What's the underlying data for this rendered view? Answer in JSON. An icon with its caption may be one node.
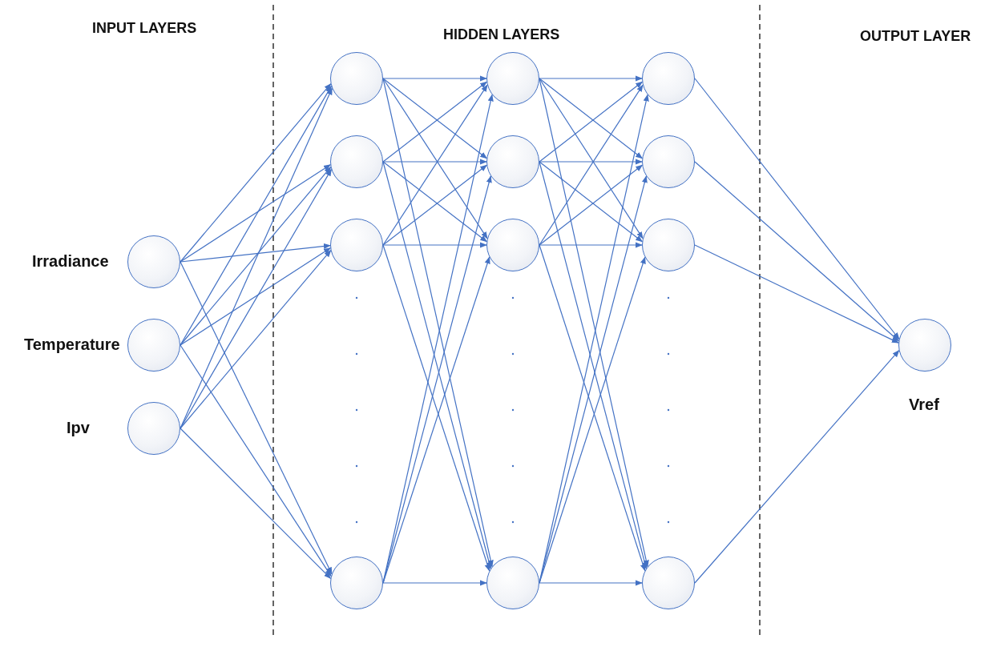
{
  "diagram": {
    "nodes": [
      {
        "text": [],
        "shape": "circle",
        "beside": [
          "Irradiance"
        ]
      },
      {
        "text": [],
        "shape": "circle",
        "beside": [
          "Temperature"
        ]
      },
      {
        "text": [],
        "shape": "circle",
        "beside": [
          "Ipv"
        ]
      },
      {
        "text": [],
        "shape": "circle"
      },
      {
        "text": [],
        "shape": "circle"
      },
      {
        "text": [],
        "shape": "circle"
      },
      {
        "text": [],
        "shape": "circle"
      },
      {
        "text": [],
        "shape": "circle"
      },
      {
        "text": [],
        "shape": "circle"
      },
      {
        "text": [],
        "shape": "circle"
      },
      {
        "text": [],
        "shape": "circle"
      },
      {
        "text": [],
        "shape": "circle"
      },
      {
        "text": [],
        "shape": "circle"
      },
      {
        "text": [],
        "shape": "circle"
      },
      {
        "text": [],
        "shape": "circle"
      },
      {
        "text": [],
        "shape": "circle",
        "beside": [
          "Vref"
        ]
      }
    ],
    "edges": [
      {
        "from": 0,
        "to": 3,
        "arrow": "to"
      },
      {
        "from": 0,
        "to": 4,
        "arrow": "to"
      },
      {
        "from": 0,
        "to": 5,
        "arrow": "to"
      },
      {
        "from": 0,
        "to": 6,
        "arrow": "to"
      },
      {
        "from": 1,
        "to": 3,
        "arrow": "to"
      },
      {
        "from": 1,
        "to": 4,
        "arrow": "to"
      },
      {
        "from": 1,
        "to": 5,
        "arrow": "to"
      },
      {
        "from": 1,
        "to": 6,
        "arrow": "to"
      },
      {
        "from": 2,
        "to": 3,
        "arrow": "to"
      },
      {
        "from": 2,
        "to": 4,
        "arrow": "to"
      },
      {
        "from": 2,
        "to": 5,
        "arrow": "to"
      },
      {
        "from": 2,
        "to": 6,
        "arrow": "to"
      },
      {
        "from": 3,
        "to": 7,
        "arrow": "to"
      },
      {
        "from": 3,
        "to": 8,
        "arrow": "to"
      },
      {
        "from": 3,
        "to": 9,
        "arrow": "to"
      },
      {
        "from": 3,
        "to": 10,
        "arrow": "to"
      },
      {
        "from": 4,
        "to": 7,
        "arrow": "to"
      },
      {
        "from": 4,
        "to": 8,
        "arrow": "to"
      },
      {
        "from": 4,
        "to": 9,
        "arrow": "to"
      },
      {
        "from": 4,
        "to": 10,
        "arrow": "to"
      },
      {
        "from": 5,
        "to": 7,
        "arrow": "to"
      },
      {
        "from": 5,
        "to": 8,
        "arrow": "to"
      },
      {
        "from": 5,
        "to": 9,
        "arrow": "to"
      },
      {
        "from": 5,
        "to": 10,
        "arrow": "to"
      },
      {
        "from": 6,
        "to": 7,
        "arrow": "to"
      },
      {
        "from": 6,
        "to": 8,
        "arrow": "to"
      },
      {
        "from": 6,
        "to": 9,
        "arrow": "to"
      },
      {
        "from": 6,
        "to": 10,
        "arrow": "to"
      },
      {
        "from": 7,
        "to": 11,
        "arrow": "to"
      },
      {
        "from": 7,
        "to": 12,
        "arrow": "to"
      },
      {
        "from": 7,
        "to": 13,
        "arrow": "to"
      },
      {
        "from": 7,
        "to": 14,
        "arrow": "to"
      },
      {
        "from": 8,
        "to": 11,
        "arrow": "to"
      },
      {
        "from": 8,
        "to": 12,
        "arrow": "to"
      },
      {
        "from": 8,
        "to": 13,
        "arrow": "to"
      },
      {
        "from": 8,
        "to": 14,
        "arrow": "to"
      },
      {
        "from": 9,
        "to": 11,
        "arrow": "to"
      },
      {
        "from": 9,
        "to": 12,
        "arrow": "to"
      },
      {
        "from": 9,
        "to": 13,
        "arrow": "to"
      },
      {
        "from": 9,
        "to": 14,
        "arrow": "to"
      },
      {
        "from": 10,
        "to": 11,
        "arrow": "to"
      },
      {
        "from": 10,
        "to": 12,
        "arrow": "to"
      },
      {
        "from": 10,
        "to": 13,
        "arrow": "to"
      },
      {
        "from": 10,
        "to": 14,
        "arrow": "to"
      },
      {
        "from": 11,
        "to": 15,
        "arrow": "to"
      },
      {
        "from": 12,
        "to": 15,
        "arrow": "to"
      },
      {
        "from": 13,
        "to": 15,
        "arrow": "to"
      },
      {
        "from": 14,
        "to": 15,
        "arrow": "to"
      }
    ],
    "labels": [
      "INPUT LAYERS",
      "HIDDEN LAYERS",
      "OUTPUT LAYER"
    ]
  }
}
